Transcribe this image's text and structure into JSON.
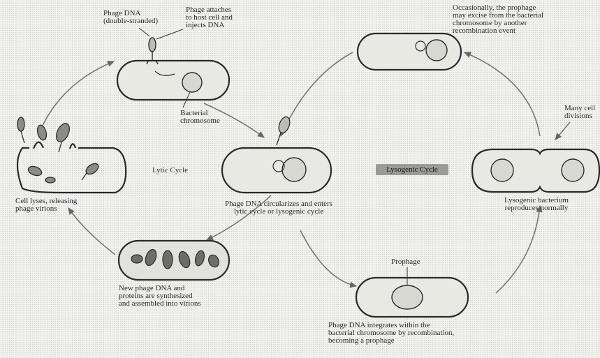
{
  "labels": {
    "phage_dna": "Phage DNA\n(double-stranded)",
    "phage_attaches": "Phage attaches\nto host cell and\ninjects DNA",
    "bacterial_chromosome": "Bacterial\nchromosome",
    "lytic_cycle": "Lytic Cycle",
    "lysogenic_cycle": "Lysogenic Cycle",
    "cell_lyses": "Cell lyses, releasing\nphage virions",
    "phage_dna_circularizes": "Phage DNA circularizes and enters\nlytic cycle or lysogenic cycle",
    "new_phage_dna": "New phage DNA and\nproteins are synthesized\nand assembled into virions",
    "occasionally": "Occasionally, the prophage\nmay excise from the bacterial\nchromosome by another\nrecombination event",
    "many_cell_divisions": "Many cell\ndivisions",
    "lysogenic_bacterium": "Lysogenic bacterium\nreproduces normally",
    "prophage": "Prophage",
    "phage_dna_integrates": "Phage DNA integrates within the\nbacterial chromosome by recombination,\nbecoming a prophage"
  }
}
